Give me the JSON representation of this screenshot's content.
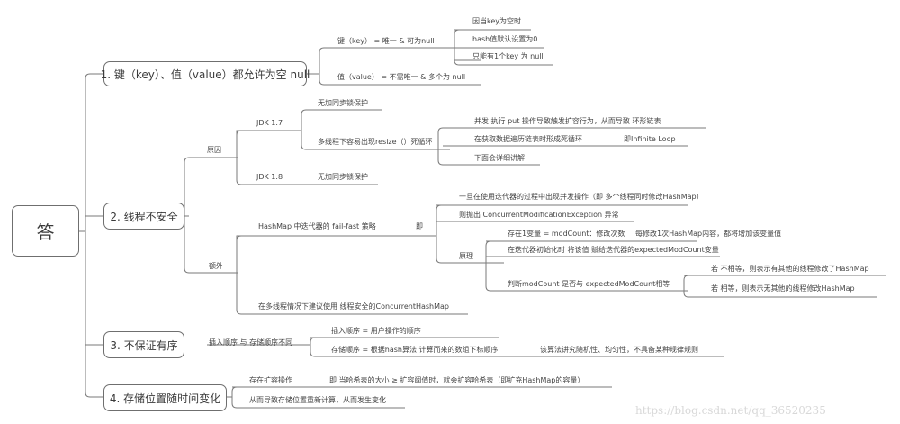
{
  "root": {
    "label": "答"
  },
  "branches": [
    {
      "label": "1. 键（key）、值（value）都允许为空 null",
      "children": [
        {
          "label": "键（key） = 唯一 & 可为null",
          "children": [
            "因当key为空时",
            "hash值默认设置为0",
            "只能有1个key 为 null"
          ]
        },
        {
          "label": "值（value） = 不需唯一 & 多个为 null"
        }
      ]
    },
    {
      "label": "2. 线程不安全",
      "children": [
        {
          "label": "原因",
          "children": [
            {
              "label": "JDK 1.7",
              "children": [
                {
                  "label": "无加同步锁保护"
                },
                {
                  "label": "多线程下容易出现resize（）死循环",
                  "children": [
                    {
                      "label": "并发 执行 put 操作导致触发扩容行为，从而导致 环形链表"
                    },
                    {
                      "label": "在获取数据遍历链表时形成死循环",
                      "note": "即Infinite Loop"
                    },
                    {
                      "label": "下面会详细讲解"
                    }
                  ]
                }
              ]
            },
            {
              "label": "JDK 1.8",
              "children": [
                {
                  "label": "无加同步锁保护"
                }
              ]
            }
          ]
        },
        {
          "label": "额外",
          "children": [
            {
              "label": "HashMap 中迭代器的 fail-fast 策略",
              "connector": "即",
              "children": [
                {
                  "label": "一旦在使用迭代器的过程中出现并发操作（即 多个线程同时修改HashMap）"
                },
                {
                  "label": "则抛出 ConcurrentModificationException 异常"
                },
                {
                  "label": "原理",
                  "children": [
                    {
                      "label": "存在1变量 = modCount：修改次数",
                      "note": "每修改1次HashMap内容，都将增加该变量值"
                    },
                    {
                      "label": "在迭代器初始化时 将该值 赋给迭代器的expectedModCount变量"
                    },
                    {
                      "label": "判断modCount 是否与 expectedModCount相等",
                      "children": [
                        "若 不相等，则表示有其他的线程修改了HashMap",
                        "若 相等，则表示无其他的线程修改HashMap"
                      ]
                    }
                  ]
                }
              ]
            },
            {
              "label": "在多线程情况下建议使用 线程安全的ConcurrentHashMap"
            }
          ]
        }
      ]
    },
    {
      "label": "3. 不保证有序",
      "children": [
        {
          "label": "插入顺序 与 存储顺序不同",
          "children": [
            {
              "label": "插入顺序 = 用户操作的顺序"
            },
            {
              "label": "存储顺序 = 根据hash算法 计算而来的数组下标顺序",
              "note": "该算法讲究随机性、均匀性，不具备某种规律规则"
            }
          ]
        }
      ]
    },
    {
      "label": "4. 存储位置随时间变化",
      "children": [
        {
          "label": "存在扩容操作",
          "note": "即 当哈希表的大小 ≥ 扩容阈值时，就会扩容哈希表（即扩充HashMap的容量）"
        },
        {
          "label": "从而导致存储位置重新计算，从而发生变化"
        }
      ]
    }
  ],
  "watermark": "https://blog.csdn.net/qq_36520235",
  "colors": {
    "line": "#7a7a7a",
    "border": "#6f6f6f",
    "text": "#444444",
    "watermark": "#d8d8d8"
  }
}
